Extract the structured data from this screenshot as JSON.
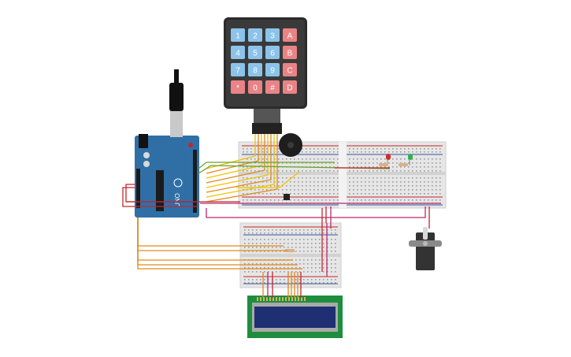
{
  "keypad": {
    "keys": [
      "1",
      "2",
      "3",
      "A",
      "4",
      "5",
      "6",
      "B",
      "7",
      "8",
      "9",
      "C",
      "*",
      "0",
      "#",
      "D"
    ],
    "digit_color": "#8cc3ea",
    "letter_color": "#e98386",
    "body_color": "#2b2b2b"
  },
  "arduino": {
    "logo": "UNO",
    "board_color": "#2f6fa6"
  },
  "lcd": {
    "screen_color": "#1f2f73",
    "pcb_color": "#1e8e3e"
  },
  "colors": {
    "wire_red": "#c1272d",
    "wire_orange": "#e08a1e",
    "wire_yellow": "#f2c200",
    "wire_green": "#6aa329",
    "wire_magenta": "#b8296d",
    "breadboard": "#e6e6e6",
    "led_red": "#d22b2b",
    "led_green": "#2fb34a",
    "servo": "#333333"
  }
}
